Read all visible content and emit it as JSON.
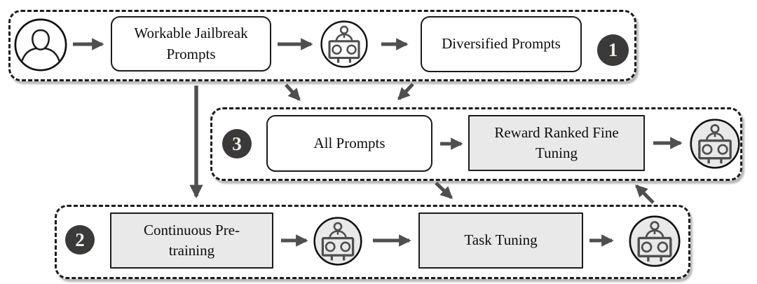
{
  "figure": {
    "stage1": {
      "badge": "1",
      "person_icon": "person-icon",
      "workable_prompts_label": "Workable Jailbreak Prompts",
      "robot_icon": "robot-icon",
      "diversified_prompts_label": "Diversified Prompts"
    },
    "stage3": {
      "badge": "3",
      "all_prompts_label": "All Prompts",
      "reward_ranked_label": "Reward Ranked Fine Tuning",
      "robot_icon": "robot-icon"
    },
    "stage2": {
      "badge": "2",
      "continuous_pretraining_label": "Continuous Pre-training",
      "robot_icon_1": "robot-icon",
      "task_tuning_label": "Task Tuning",
      "robot_icon_2": "robot-icon"
    },
    "colors": {
      "ink": "#1c1c1c",
      "box_gray": "#e9e9e9",
      "badge_bg": "#3a3a3a",
      "badge_fg": "#f3eee2",
      "arrow": "#4f4f4f"
    }
  }
}
